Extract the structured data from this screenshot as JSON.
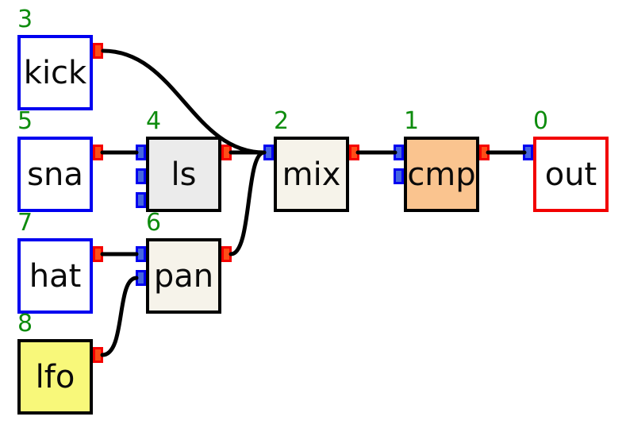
{
  "diagram": {
    "background_color": "#ffffff",
    "cable_color": "#000000",
    "node_id_color": "#0e8c0e",
    "port_colors": {
      "output_fill": "#ff4d17",
      "output_border": "#f50000",
      "input_fill": "#4565e0",
      "input_border": "#0000f0"
    },
    "nodes": [
      {
        "number": "0",
        "label": "out",
        "border_color": "#f20000",
        "fill_color": "#ffffff",
        "inputs": 1,
        "outputs": 0
      },
      {
        "number": "1",
        "label": "cmp",
        "border_color": "#000000",
        "fill_color": "#fac48f",
        "inputs": 2,
        "outputs": 1
      },
      {
        "number": "2",
        "label": "mix",
        "border_color": "#000000",
        "fill_color": "#f6f3ea",
        "inputs": 1,
        "outputs": 1
      },
      {
        "number": "3",
        "label": "kick",
        "border_color": "#0000f0",
        "fill_color": "#ffffff",
        "inputs": 0,
        "outputs": 1
      },
      {
        "number": "4",
        "label": "ls",
        "border_color": "#000000",
        "fill_color": "#ebebeb",
        "inputs": 3,
        "outputs": 1
      },
      {
        "number": "5",
        "label": "sna",
        "border_color": "#0000f0",
        "fill_color": "#ffffff",
        "inputs": 0,
        "outputs": 1
      },
      {
        "number": "6",
        "label": "pan",
        "border_color": "#000000",
        "fill_color": "#f6f3ea",
        "inputs": 2,
        "outputs": 1
      },
      {
        "number": "7",
        "label": "hat",
        "border_color": "#0000f0",
        "fill_color": "#ffffff",
        "inputs": 0,
        "outputs": 1
      },
      {
        "number": "8",
        "label": "lfo",
        "border_color": "#000000",
        "fill_color": "#f8f87a",
        "inputs": 0,
        "outputs": 1
      }
    ],
    "connections": [
      {
        "from": "kick",
        "from_port": 0,
        "to": "mix",
        "to_port": 0
      },
      {
        "from": "sna",
        "from_port": 0,
        "to": "ls",
        "to_port": 0
      },
      {
        "from": "ls",
        "from_port": 0,
        "to": "mix",
        "to_port": 0
      },
      {
        "from": "pan",
        "from_port": 0,
        "to": "mix",
        "to_port": 0
      },
      {
        "from": "hat",
        "from_port": 0,
        "to": "pan",
        "to_port": 0
      },
      {
        "from": "lfo",
        "from_port": 0,
        "to": "pan",
        "to_port": 1
      },
      {
        "from": "mix",
        "from_port": 0,
        "to": "cmp",
        "to_port": 0
      },
      {
        "from": "cmp",
        "from_port": 0,
        "to": "out",
        "to_port": 0
      }
    ]
  }
}
